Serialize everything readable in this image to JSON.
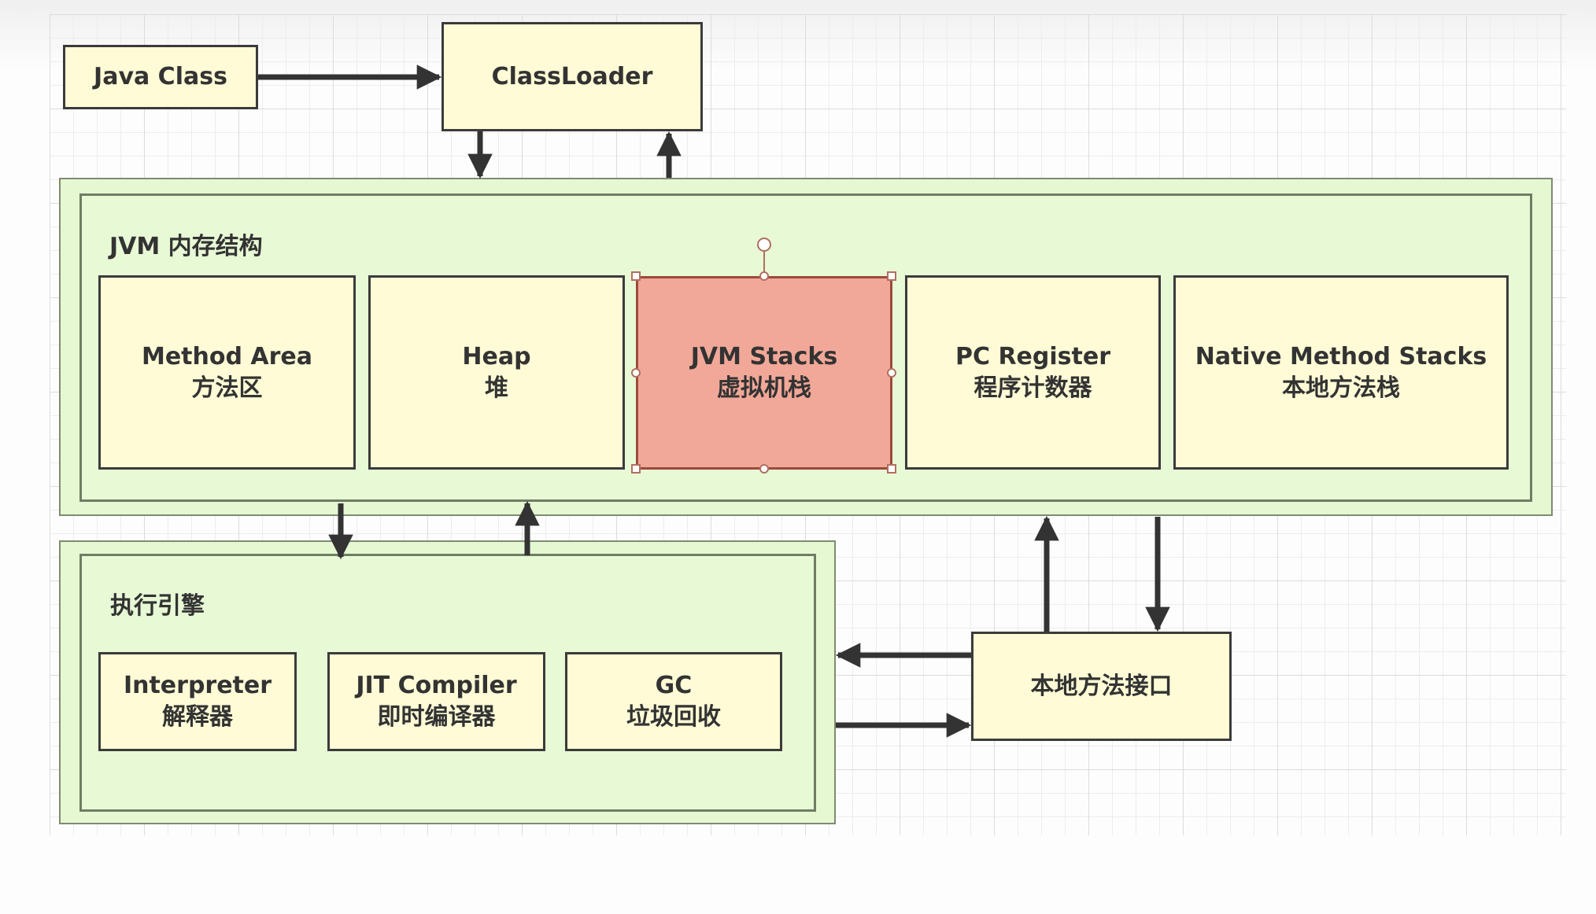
{
  "diagram": {
    "java_class": "Java Class",
    "class_loader": "ClassLoader",
    "memory": {
      "title": "JVM 内存结构",
      "areas": [
        {
          "en": "Method Area",
          "zh": "方法区"
        },
        {
          "en": "Heap",
          "zh": "堆"
        },
        {
          "en": "JVM Stacks",
          "zh": "虚拟机栈"
        },
        {
          "en": "PC Register",
          "zh": "程序计数器"
        },
        {
          "en": "Native Method Stacks",
          "zh": "本地方法栈"
        }
      ],
      "selected_area": "JVM Stacks"
    },
    "engine": {
      "title": "执行引擎",
      "parts": [
        {
          "en": "Interpreter",
          "zh": "解释器"
        },
        {
          "en": "JIT Compiler",
          "zh": "即时编译器"
        },
        {
          "en": "GC",
          "zh": "垃圾回收"
        }
      ]
    },
    "native_interface": "本地方法接口",
    "colors": {
      "box_fill": "#fefbd6",
      "container_fill": "#e6f8d2",
      "selected_fill": "#f2a898",
      "arrow": "#333333"
    }
  }
}
